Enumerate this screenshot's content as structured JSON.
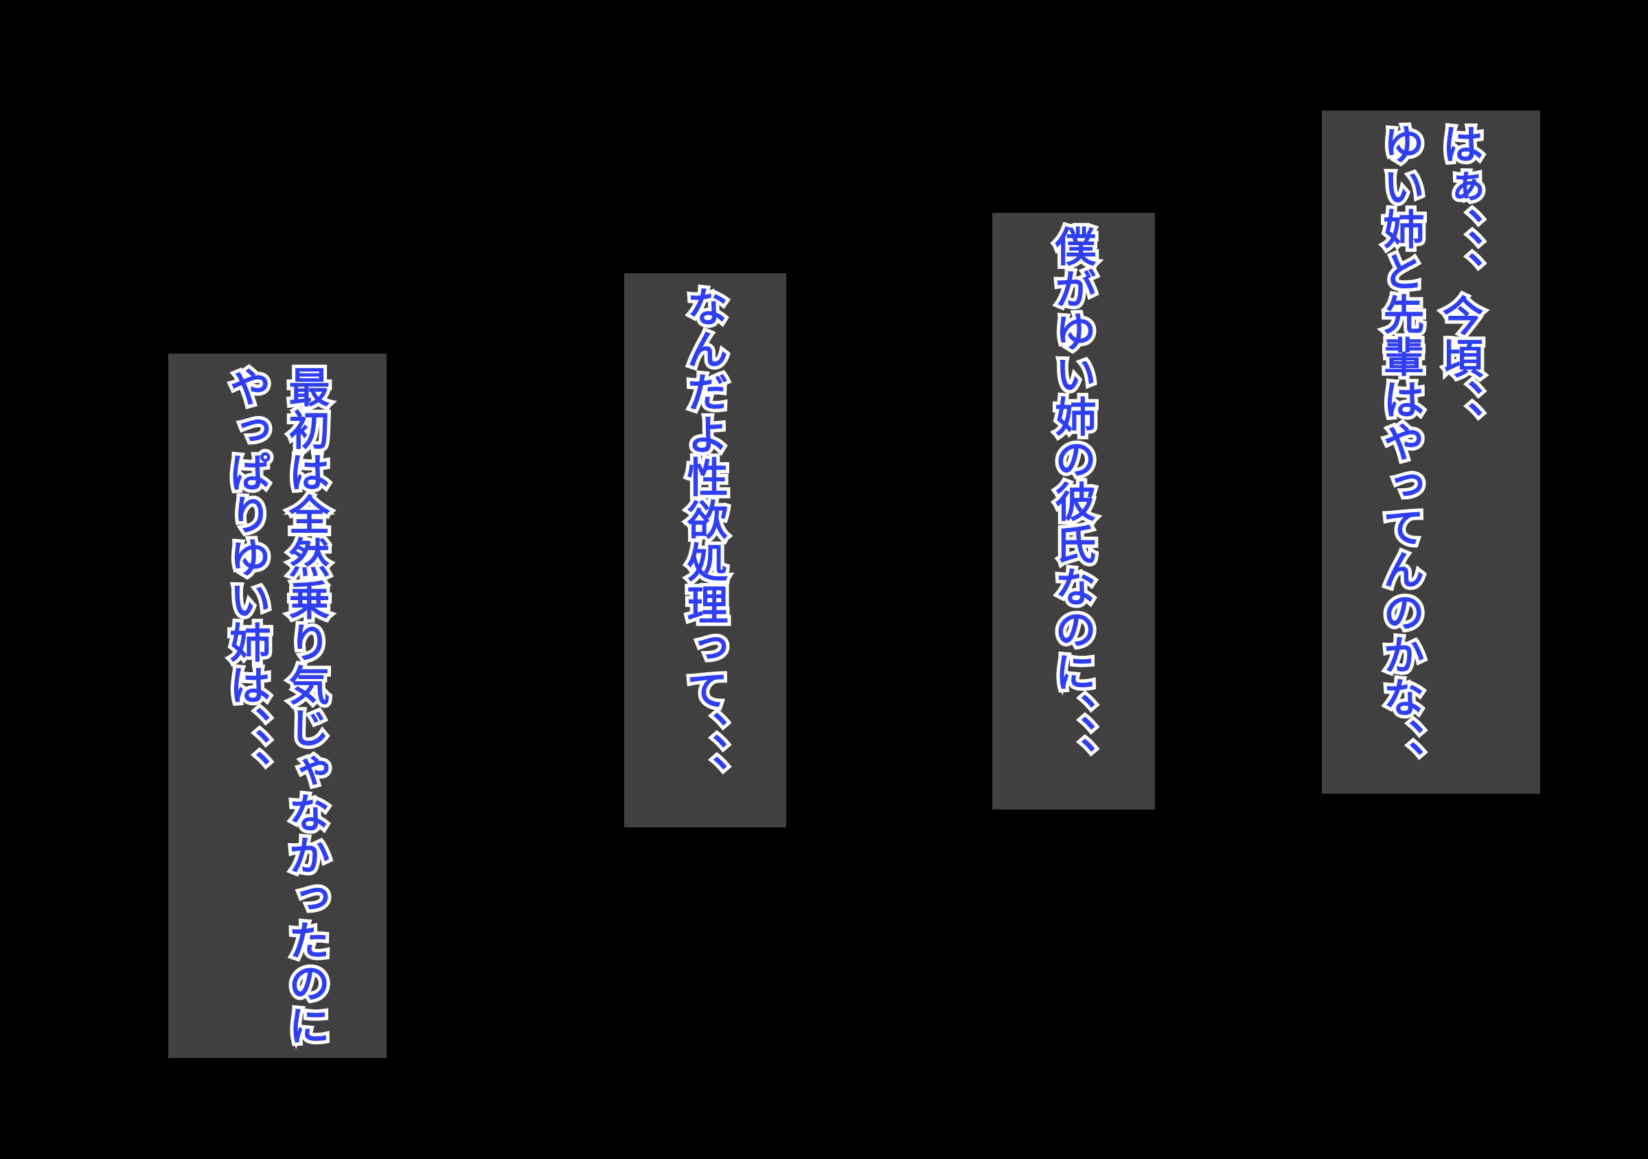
{
  "dialogue_boxes": [
    {
      "lines": [
        "はぁ、、、今頃、、",
        "ゆい姉と先輩はやってんのかな、、"
      ]
    },
    {
      "lines": [
        "僕がゆい姉の彼氏なのに、、、"
      ]
    },
    {
      "lines": [
        "なんだよ性欲処理って、、、"
      ]
    },
    {
      "lines": [
        "最初は全然乗り気じゃなかったのに",
        "やっぱりゆい姉は、、、"
      ]
    }
  ],
  "colors": {
    "background": "#000000",
    "box_fill": "#404040",
    "text_fill": "#2f3ef0",
    "text_outline": "#ffffff"
  }
}
